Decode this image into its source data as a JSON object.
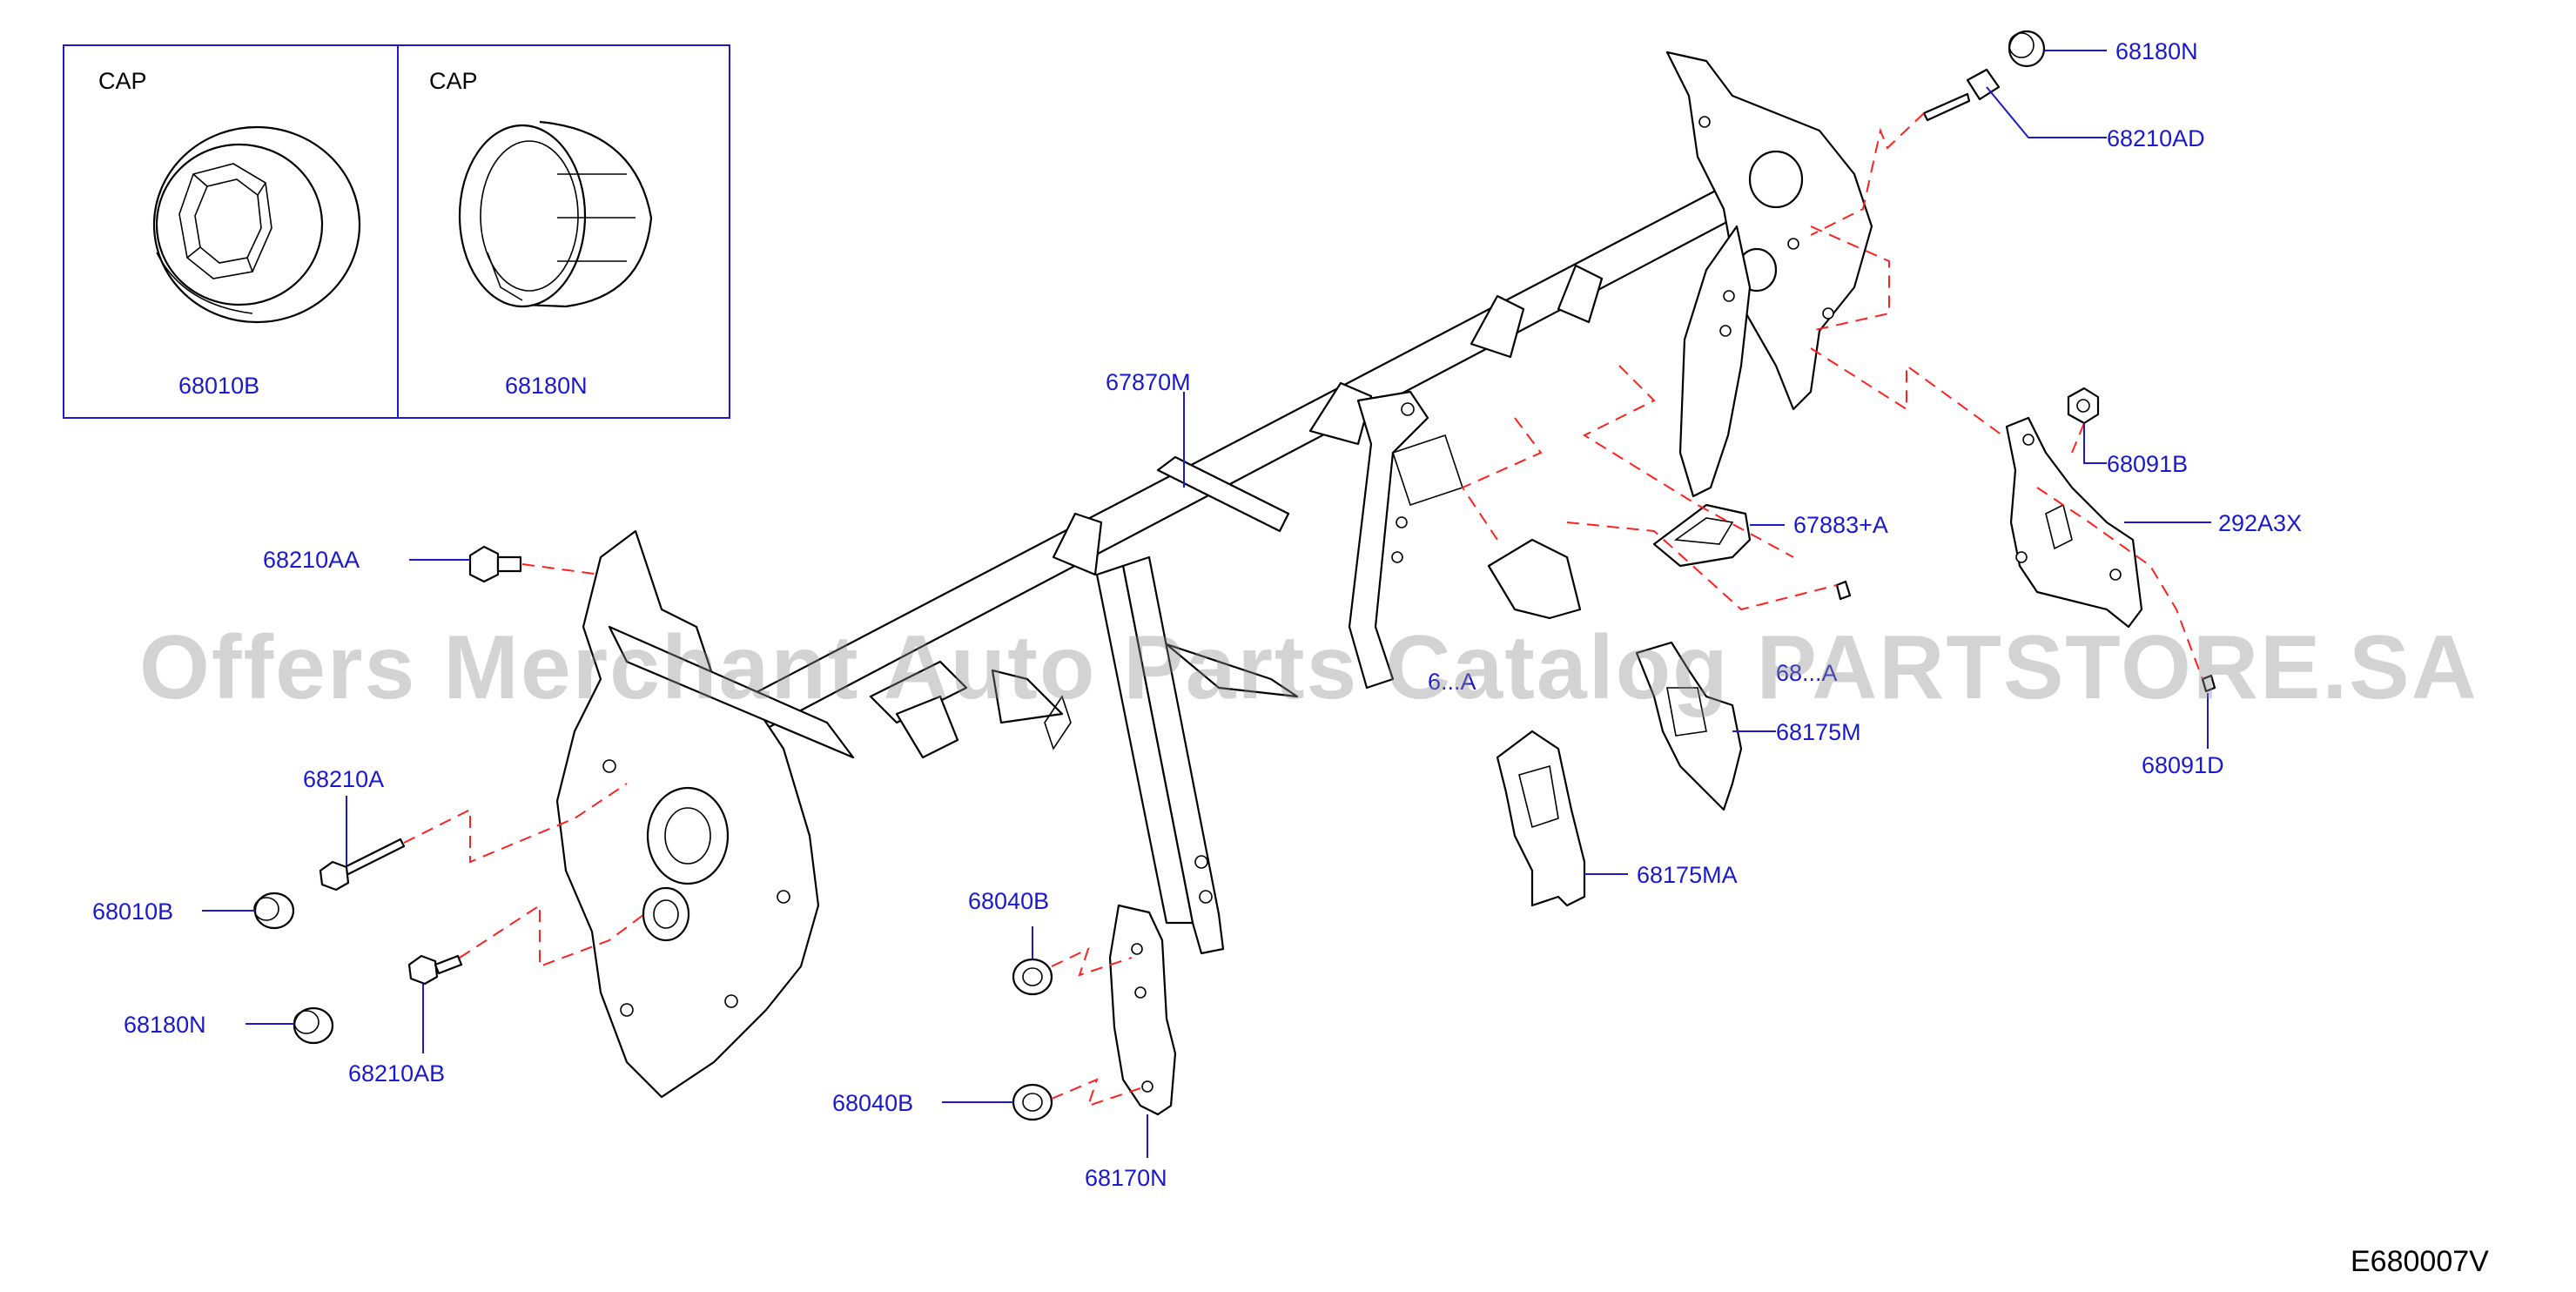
{
  "inset": {
    "panels": [
      {
        "caption": "CAP",
        "part_no": "68010B"
      },
      {
        "caption": "CAP",
        "part_no": "68180N"
      }
    ]
  },
  "labels": {
    "p68180N_top": "68180N",
    "p68210AD": "68210AD",
    "p67870M": "67870M",
    "p68091B": "68091B",
    "p292A3X": "292A3X",
    "p67883A": "67883+A",
    "p68210AA": "68210AA",
    "p68175M": "68175M",
    "p68091D": "68091D",
    "p68210A": "68210A",
    "p68010B": "68010B",
    "p68040B_top": "68040B",
    "p68175MA": "68175MA",
    "p68180N_bottom": "68180N",
    "p68210AB": "68210AB",
    "p68040B_bottom": "68040B",
    "p68170N": "68170N",
    "p_obscured_1": "6...A",
    "p_obscured_2": "68...A"
  },
  "watermark": "Offers Merchant Auto Parts Catalog PARTSTORE.SA",
  "reference_code": "E680007V",
  "colors": {
    "label": "#1a1acc",
    "dashed_lines": "#ff2020",
    "linework": "#000000"
  }
}
